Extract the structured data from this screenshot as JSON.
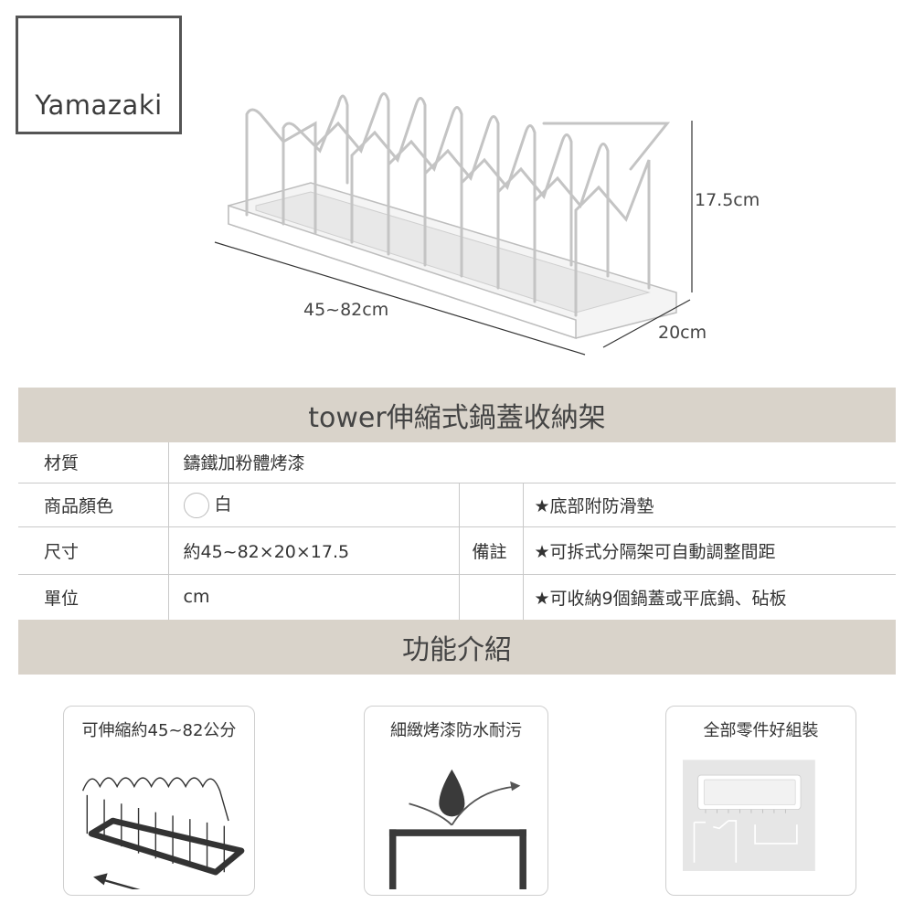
{
  "logo": {
    "text": "Yamazaki"
  },
  "dimensions": {
    "length": "45~82cm",
    "height": "17.5cm",
    "depth": "20cm"
  },
  "title_band": "tower伸縮式鍋蓋收納架",
  "spec": {
    "rows": [
      {
        "label": "材質",
        "value": "鑄鐵加粉體烤漆"
      },
      {
        "label": "商品顏色",
        "value": "白"
      },
      {
        "label": "尺寸",
        "value": "約45~82×20×17.5"
      },
      {
        "label": "單位",
        "value": "cm"
      }
    ],
    "remark_label": "備註",
    "remarks": [
      "★底部附防滑墊",
      "★可拆式分隔架可自動調整間距",
      "★可收納9個鍋蓋或平底鍋、砧板"
    ]
  },
  "feature_band": "功能介紹",
  "features": [
    {
      "title": "可伸縮約45~82公分",
      "icon": "extendable-rack-illustration"
    },
    {
      "title": "細緻烤漆防水耐污",
      "icon": "water-drop-repel-illustration"
    },
    {
      "title": "全部零件好組裝",
      "icon": "parts-assembly-photo"
    }
  ],
  "colors": {
    "band": "#d9d3ca",
    "border": "#c9c9c9",
    "text": "#333333",
    "frame": "#555555"
  }
}
